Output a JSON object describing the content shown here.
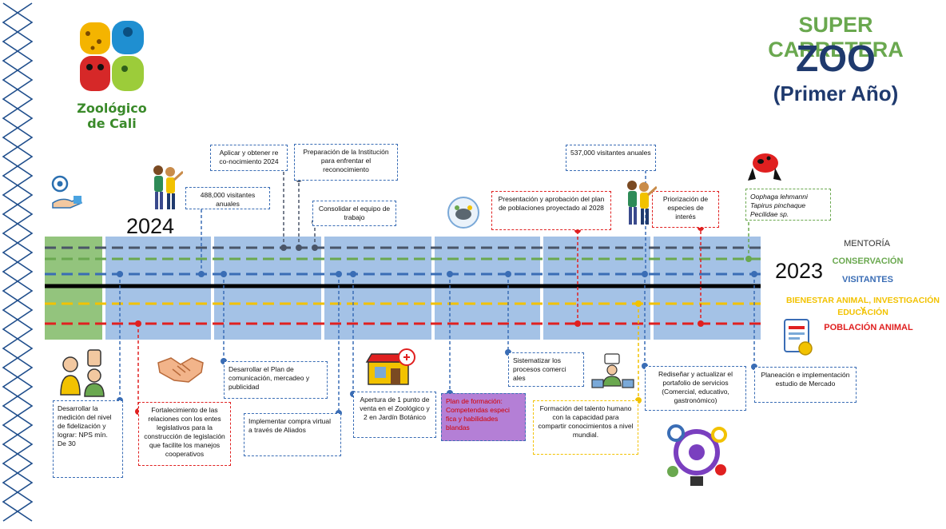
{
  "title": {
    "line1": "SUPER CARRETERA",
    "line2": "ZOO",
    "line3": "(Primer Año)"
  },
  "logo": {
    "line1": "Zoológico",
    "line2": "de Cali"
  },
  "years": {
    "left": "2024",
    "right": "2023"
  },
  "legend": {
    "mentoria": "MENTORÍA",
    "conservacion": "CONSERVACIÓN",
    "visitantes": "VISITANTES",
    "bienestar_1": "BIENESTAR ANIMAL, INVESTIGACIÓN Y",
    "bienestar_2": "EDUCACIÓN",
    "poblacion": "POBLACIÓN ANIMAL"
  },
  "colors": {
    "mentoria": "#4a5568",
    "conservacion": "#6aa84f",
    "visitantes": "#3a6db5",
    "bienestar": "#f2c200",
    "poblacion": "#e02020",
    "band": "#a4c2e6",
    "band_start": "#93c47d",
    "title_green": "#6aa84f",
    "title_navy": "#1f3a6e"
  },
  "top_boxes": {
    "b1": "Aplicar y obtener re co-nocimiento 2024",
    "b2": "Preparación de la Institución para enfrentar el reconocimiento",
    "b3": "488,000 visitantes anuales",
    "b4": "Consolidar el equipo de trabajo",
    "b5": "537,000 visitantes anuales",
    "b6": "Presentación y aprobación del plan de poblaciones proyectado al 2028",
    "b7": "Priorización de especies de interés",
    "b8": "Oophaga lehmanni Tapirus pinchaque Pecilidae sp."
  },
  "bottom_boxes": {
    "c1": "Desarrollar la medición del nivel de fidelización y lograr: NPS mín. De 30",
    "c2": "Fortalecimiento de las relaciones con los entes legislativos para la construcción de legislación que facilite los manejos cooperativos",
    "c3": "Desarrollar el Plan de comunicación, mercadeo y publicidad",
    "c4": "Implementar compra virtual a través de Aliados",
    "c5": "Apertura de 1 punto de venta en el Zoológico y 2 en Jardín Botánico",
    "c6": "Plan de formación: Competendas especi fica y habilidades blandas",
    "c7": "Sistematizar los procesos comerci ales",
    "c8": "Formación del talento humano con la capacidad para compartir conocimientos a nivel mundial.",
    "c9": "Rediseñar y actualizar el portafolio de servicios (Comercial, educativo, gastronómico)",
    "c10": "Planeación e implementación estudio de Mercado"
  },
  "icons": {
    "gear_hand": "gear-hand-icon",
    "people": "people-pointing-icon",
    "frog": "frog-icon",
    "handshake": "handshake-icon",
    "meeting": "meeting-icon",
    "store": "store-icon",
    "document": "document-icon",
    "training": "training-icon",
    "network": "network-people-icon",
    "badge": "wildlife-badge-icon"
  }
}
